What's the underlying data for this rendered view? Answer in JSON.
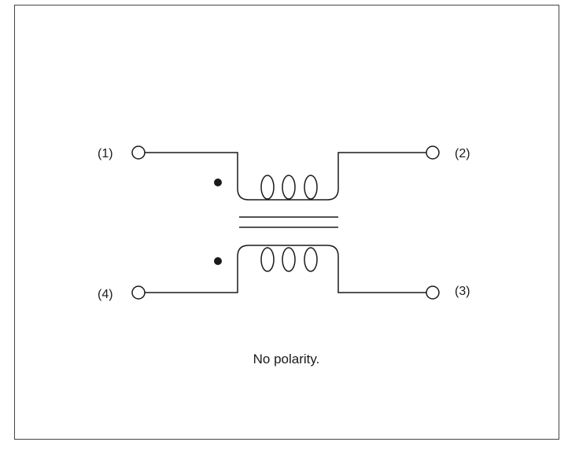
{
  "terminals": {
    "t1": "(1)",
    "t2": "(2)",
    "t3": "(3)",
    "t4": "(4)"
  },
  "caption": "No polarity.",
  "colors": {
    "line": "#1a1a1a",
    "background": "#ffffff",
    "border": "#444444"
  }
}
